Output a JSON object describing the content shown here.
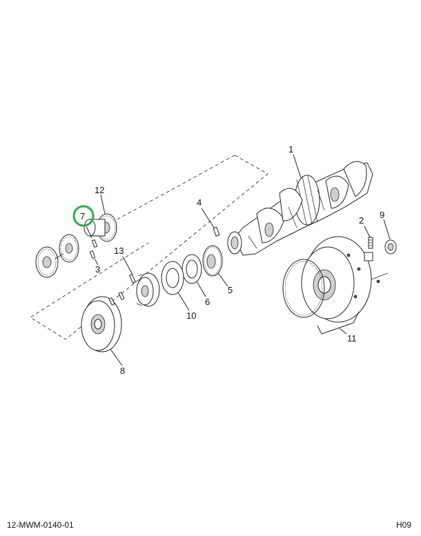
{
  "callouts": {
    "c1": "1",
    "c2": "2",
    "c3": "3",
    "c4": "4",
    "c5": "5",
    "c6": "6",
    "c7": "7",
    "c8": "8",
    "c9": "9",
    "c10": "10",
    "c11": "11",
    "c12": "12",
    "c13": "13"
  },
  "highlight_color": "#2fa84f",
  "footer": {
    "figure_id": "12-MWM-0140-01",
    "sheet_code": "H09"
  }
}
